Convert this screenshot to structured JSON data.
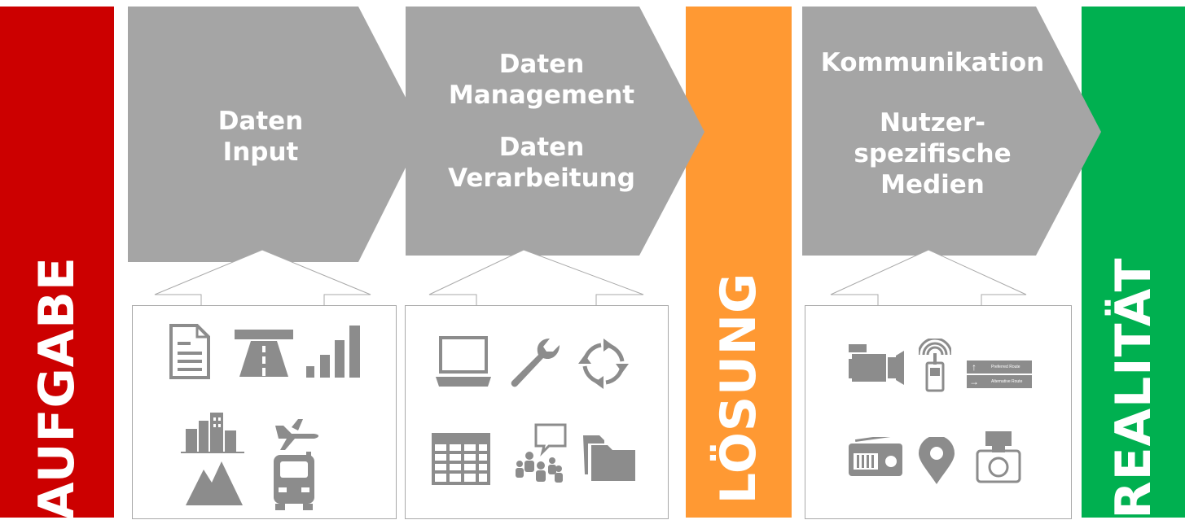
{
  "colors": {
    "aufgabe": "#cc0000",
    "loesung": "#ff9933",
    "realitaet": "#00b050",
    "arrow": "#a5a5a5",
    "icon": "#8c8c8c"
  },
  "bars": {
    "aufgabe": "AUFGABE",
    "loesung": "LÖSUNG",
    "realitaet": "REALITÄT"
  },
  "steps": [
    {
      "lines": [
        "Daten",
        "Input"
      ]
    },
    {
      "lines": [
        "Daten",
        "Management",
        "",
        "Daten",
        "Verarbeitung"
      ]
    },
    {
      "lines": [
        "Kommunikation",
        "",
        "Nutzer-",
        "spezifische",
        "Medien"
      ]
    }
  ],
  "sign": {
    "preferred": "Preferred Route",
    "alternative": "Alternative Route"
  },
  "icons": {
    "input": [
      "document-icon",
      "road-icon",
      "bar-chart-icon",
      "city-icon",
      "airplane-icon",
      "mountain-icon",
      "truck-icon"
    ],
    "processing": [
      "laptop-icon",
      "wrench-icon",
      "refresh-cycle-icon",
      "table-icon",
      "group-chat-icon",
      "folder-icon"
    ],
    "communication": [
      "video-camera-icon",
      "mobile-signal-icon",
      "route-sign-icon",
      "radio-icon",
      "map-pin-icon",
      "photo-camera-icon"
    ]
  }
}
